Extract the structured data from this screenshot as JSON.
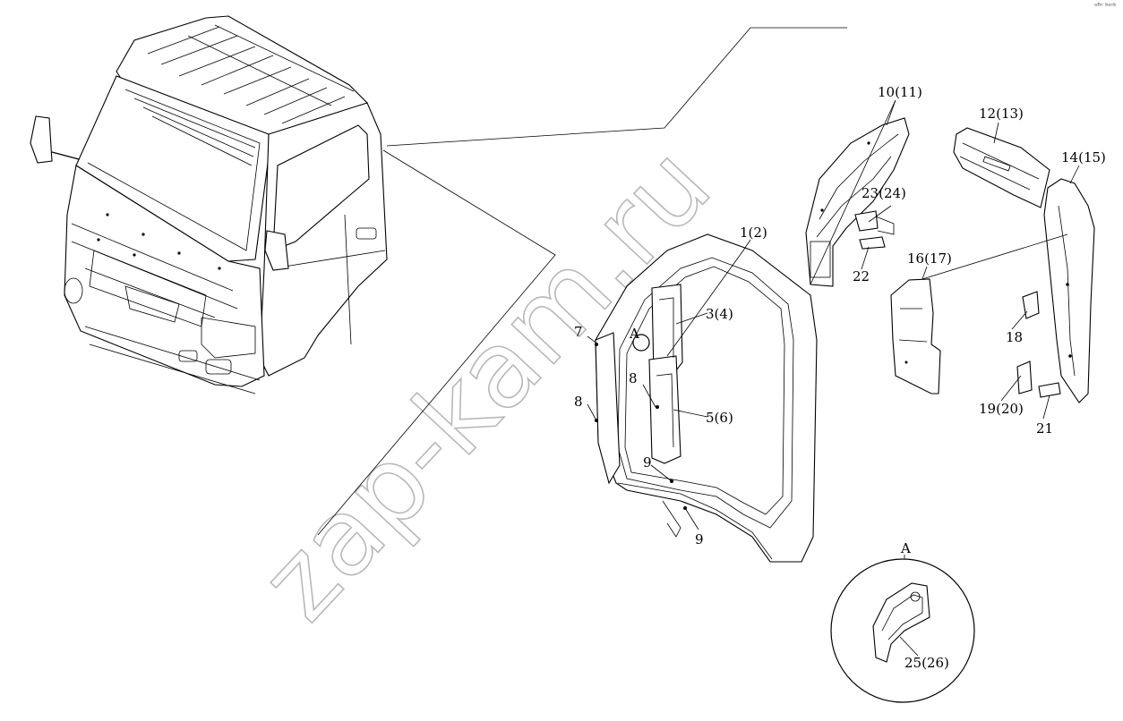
{
  "watermark": "zap-kam.ru",
  "corner_mark": "ᵃᴮᶜ ᵇᵃᶜᵏ",
  "detail_view_label": "A",
  "callouts": {
    "c1": "1(2)",
    "c3": "3(4)",
    "c5": "5(6)",
    "c7": "7",
    "c8a": "8",
    "c8b": "8",
    "c9a": "9",
    "c9b": "9",
    "c10": "10(11)",
    "c12": "12(13)",
    "c14": "14(15)",
    "c16": "16(17)",
    "c18": "18",
    "c19": "19(20)",
    "c21": "21",
    "c22": "22",
    "c23": "23(24)",
    "c25": "25(26)",
    "cA": "A"
  }
}
